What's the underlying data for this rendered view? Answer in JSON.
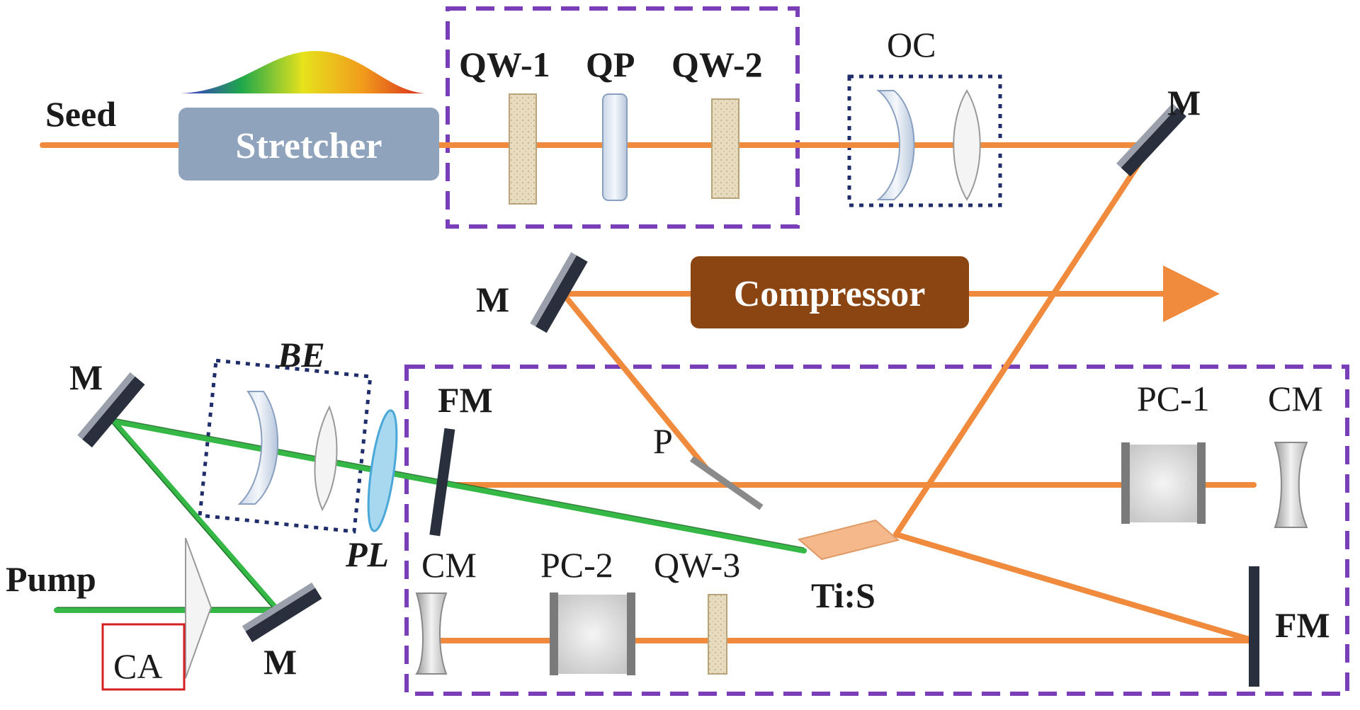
{
  "labels": {
    "seed": "Seed",
    "pump": "Pump",
    "ca": "CA",
    "stretcher": "Stretcher",
    "compressor": "Compressor",
    "qw1": "QW-1",
    "qp": "QP",
    "qw2": "QW-2",
    "oc": "OC",
    "m_top_right": "M",
    "m_compressor": "M",
    "m_left_top": "M",
    "m_left_bottom": "M",
    "be": "BE",
    "pl": "PL",
    "fm_left": "FM",
    "fm_right": "FM",
    "p": "P",
    "pc1": "PC-1",
    "cm_right": "CM",
    "cm_left": "CM",
    "pc2": "PC-2",
    "qw3": "QW-3",
    "tis": "Ti:S"
  },
  "colors": {
    "seed_beam": "#f08a3c",
    "pump_beam": "#35b845",
    "stretcher_box": "#8fa3bd",
    "compressor_box": "#8b4513",
    "dashed_box": "#7a3fb8",
    "dotted_box": "#1f2d6b",
    "ca_highlight": "#d42020",
    "mirror": "#2a2f3d",
    "crystal": "#f5b88a"
  }
}
